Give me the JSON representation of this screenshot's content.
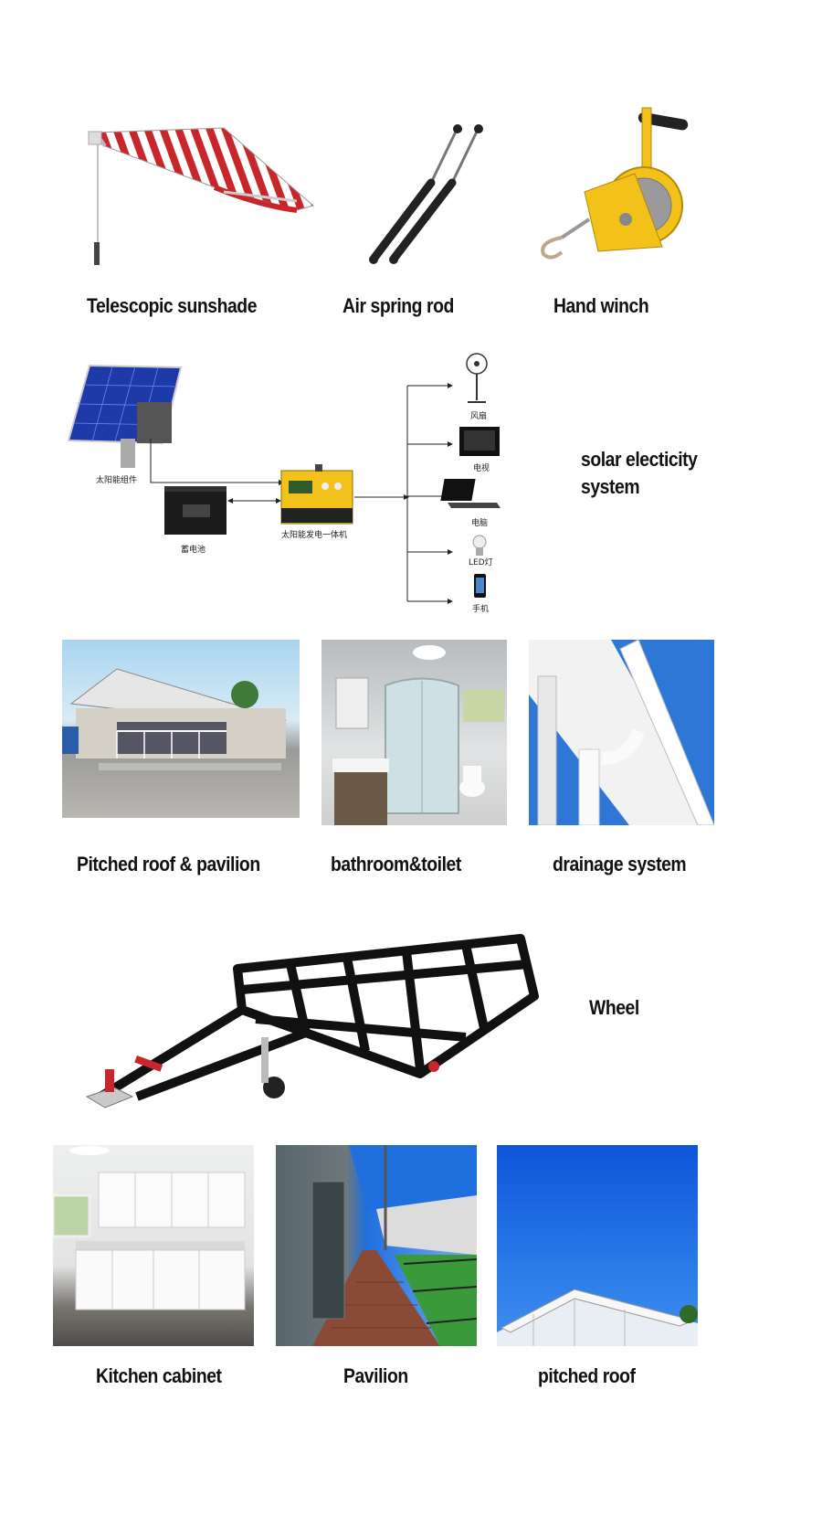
{
  "row1": {
    "items": [
      {
        "label": "Telescopic sunshade",
        "icon": "awning-icon"
      },
      {
        "label": "Air spring rod",
        "icon": "gas-spring-icon"
      },
      {
        "label": "Hand winch",
        "icon": "winch-icon"
      }
    ]
  },
  "solar": {
    "title": "solar electicity system",
    "panel_label": "太阳能组件",
    "battery_label": "蓄电池",
    "controller_label": "太阳能发电一体机",
    "appliances": [
      {
        "label": "风扇",
        "icon": "fan-icon"
      },
      {
        "label": "电视",
        "icon": "tv-icon"
      },
      {
        "label": "电脑",
        "icon": "laptop-icon"
      },
      {
        "label": "LED灯",
        "icon": "bulb-icon"
      },
      {
        "label": "手机",
        "icon": "phone-icon"
      }
    ]
  },
  "row3": {
    "items": [
      {
        "label": "Pitched roof & pavilion"
      },
      {
        "label": "bathroom&toilet"
      },
      {
        "label": "drainage system"
      }
    ]
  },
  "wheel": {
    "label": "Wheel"
  },
  "row5": {
    "items": [
      {
        "label": "Kitchen cabinet"
      },
      {
        "label": "Pavilion"
      },
      {
        "label": "pitched roof"
      }
    ]
  },
  "colors": {
    "awning_red": "#c8262b",
    "winch_yellow": "#f2c21b",
    "sky_blue": "#1b6fe0",
    "frame_black": "#111111"
  }
}
